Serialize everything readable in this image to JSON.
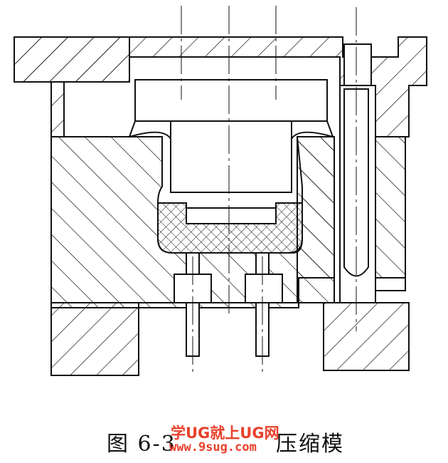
{
  "caption": {
    "prefix": "图 6-3",
    "suffix": "压缩模"
  },
  "watermark": {
    "line1": "学UG就上UG网",
    "line2": "www.9sug.com",
    "color": "#e8402a"
  },
  "colors": {
    "line": "#111111",
    "background": "#ffffff"
  }
}
